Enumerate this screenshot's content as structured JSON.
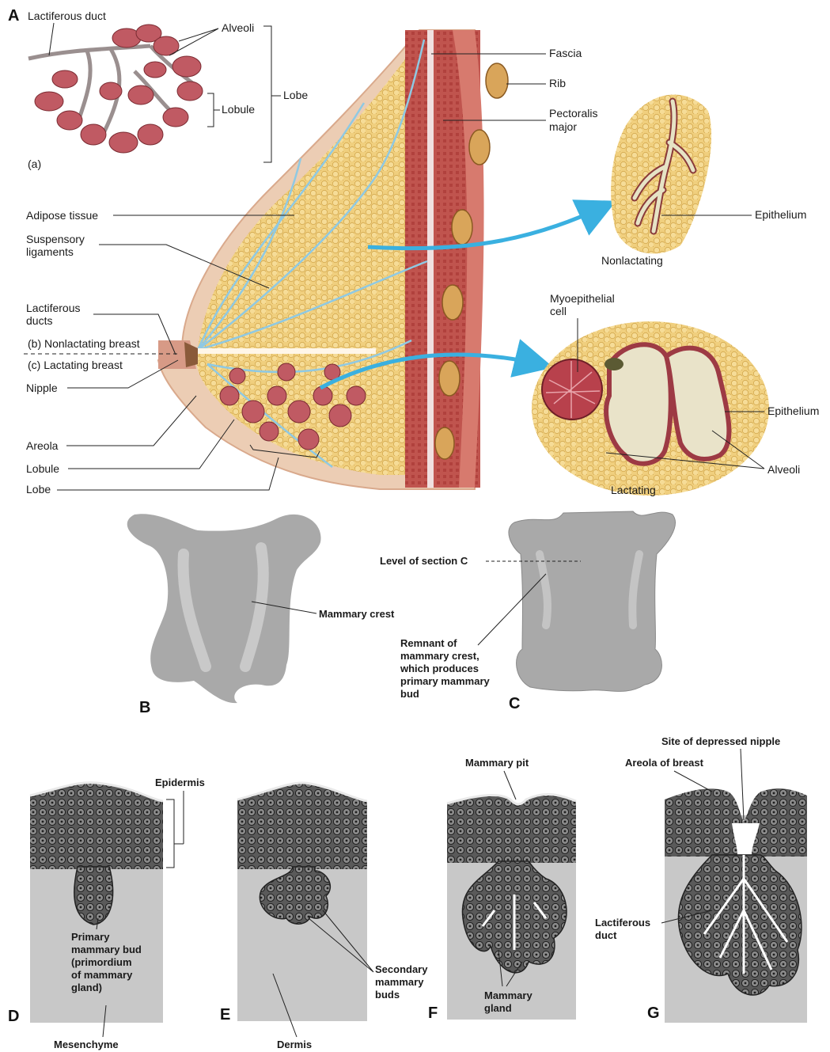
{
  "panels": {
    "a": "A",
    "b": "B",
    "c": "C",
    "d": "D",
    "e": "E",
    "f": "F",
    "g": "G"
  },
  "panel_a": {
    "inset_label": "(a)",
    "lactiferous_duct": "Lactiferous duct",
    "alveoli": "Alveoli",
    "lobule": "Lobule",
    "lobe": "Lobe",
    "fascia": "Fascia",
    "rib": "Rib",
    "pectoralis_1": "Pectoralis",
    "pectoralis_2": "major",
    "adipose": "Adipose tissue",
    "suspensory_1": "Suspensory",
    "suspensory_2": "ligaments",
    "ducts_1": "Lactiferous",
    "ducts_2": "ducts",
    "nonlactating_breast": "(b)  Nonlactating breast",
    "lactating_breast": "(c)  Lactating breast",
    "nipple": "Nipple",
    "areola": "Areola",
    "lobule2": "Lobule",
    "lobe2": "Lobe",
    "epithelium_top": "Epithelium",
    "nonlactating": "Nonlactating",
    "myo_1": "Myoepithelial",
    "myo_2": "cell",
    "epithelium_bottom": "Epithelium",
    "alveoli2": "Alveoli",
    "lactating": "Lactating"
  },
  "panel_b": {
    "mammary_crest": "Mammary crest"
  },
  "panel_c": {
    "level": "Level of section C",
    "remnant_1": "Remnant of",
    "remnant_2": "mammary crest,",
    "remnant_3": "which produces",
    "remnant_4": "primary mammary",
    "remnant_5": "bud"
  },
  "panel_d": {
    "epidermis": "Epidermis",
    "bud_1": "Primary",
    "bud_2": "mammary bud",
    "bud_3": "(primordium",
    "bud_4": "of mammary",
    "bud_5": "gland)",
    "mesenchyme": "Mesenchyme"
  },
  "panel_e": {
    "secondary_1": "Secondary",
    "secondary_2": "mammary",
    "secondary_3": "buds",
    "dermis": "Dermis"
  },
  "panel_f": {
    "pit": "Mammary pit",
    "gland_1": "Mammary",
    "gland_2": "gland"
  },
  "panel_g": {
    "site": "Site of depressed nipple",
    "areola": "Areola of breast",
    "duct_1": "Lactiferous",
    "duct_2": "duct"
  },
  "colors": {
    "fat": "#f0cf7e",
    "muscle": "#c0544e",
    "skin": "#eccdb4",
    "ligament": "#8fc9e3",
    "gland": "#c05a63",
    "arrow": "#3ab0e0",
    "embryo": "#a9a9a9",
    "tissue": "#c8c8c8"
  }
}
